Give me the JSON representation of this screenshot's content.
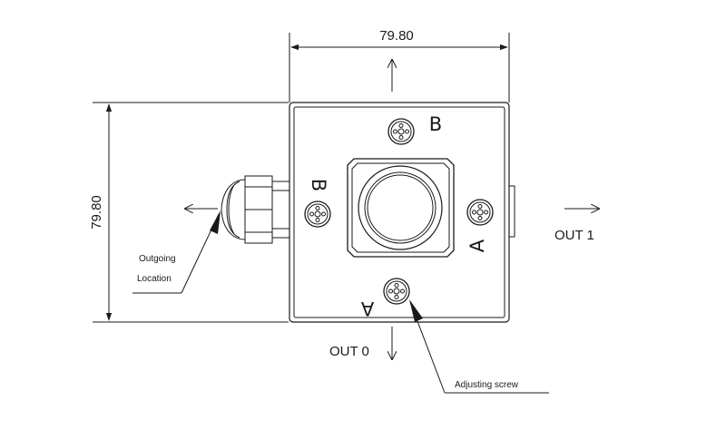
{
  "dimensions": {
    "width_label": "79.80",
    "height_label": "79.80"
  },
  "outputs": {
    "out0": "OUT 0",
    "out1": "OUT 1"
  },
  "callouts": {
    "outgoing_line1": "Outgoing",
    "outgoing_line2": "Location",
    "adjusting_screw": "Adjusting screw"
  },
  "axis_letters": {
    "top": "B",
    "left": "B",
    "bottom": "A",
    "right": "A"
  }
}
